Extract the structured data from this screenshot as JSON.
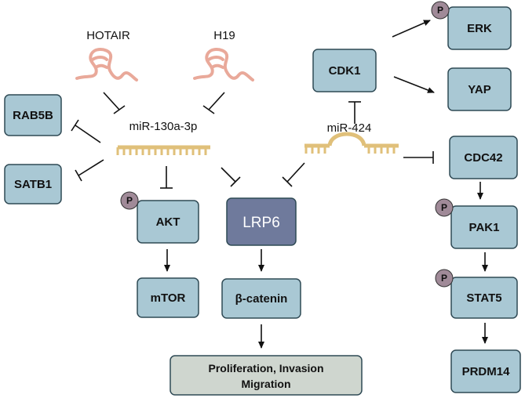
{
  "lncrnas": {
    "hotair": "HOTAIR",
    "h19": "H19"
  },
  "mirnas": {
    "mir130": "miR-130a-3p",
    "mir424": "miR-424"
  },
  "phospho": "P",
  "nodes": {
    "rab5b": "RAB5B",
    "satb1": "SATB1",
    "akt": "AKT",
    "mtor": "mTOR",
    "lrp6": "LRP6",
    "beta_catenin": "β-catenin",
    "cdk1": "CDK1",
    "erk": "ERK",
    "yap": "YAP",
    "cdc42": "CDC42",
    "pak1": "PAK1",
    "stat5": "STAT5",
    "prdm14": "PRDM14"
  },
  "outcome": {
    "line1": "Proliferation, Invasion",
    "line2": "Migration"
  },
  "colors": {
    "box_fill": "#a9c8d4",
    "box_stroke": "#2f4a55",
    "lrp6_fill": "#6f7a9c",
    "outcome_fill": "#cfd6cf",
    "lncrna_color": "#e9a99a",
    "mirna_color": "#e0c07a",
    "phospho_fill": "#a08a98"
  }
}
